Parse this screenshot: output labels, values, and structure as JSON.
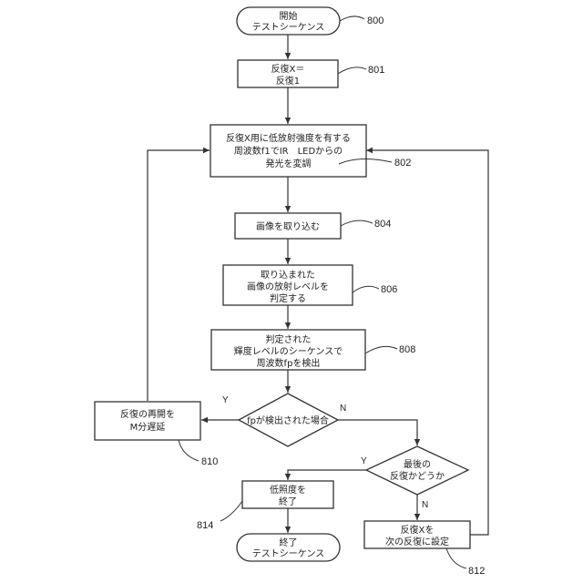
{
  "nodes": {
    "start": {
      "lines": [
        "開始",
        "テストシーケンス"
      ],
      "ref": "800"
    },
    "set_iter": {
      "lines": [
        "反復X＝",
        "反復1"
      ],
      "ref": "801"
    },
    "modulate": {
      "lines": [
        "反復X用に低放射強度を有する",
        "周波数f1でIR　LEDからの",
        "発光を変調"
      ],
      "ref": "802"
    },
    "capture": {
      "lines": [
        "画像を取り込む"
      ],
      "ref": "804"
    },
    "determine_level": {
      "lines": [
        "取り込まれた",
        "画像の放射レベルを",
        "判定する"
      ],
      "ref": "806"
    },
    "detect_freq": {
      "lines": [
        "判定された",
        "輝度レベルのシーケンスで",
        "周波数fpを検出"
      ],
      "ref": "808"
    },
    "fp_detected": {
      "lines": [
        "fpが検出された場合"
      ]
    },
    "delay": {
      "lines": [
        "反復の再開を",
        "M分遅延"
      ],
      "ref": "810"
    },
    "last_iter": {
      "lines": [
        "最後の",
        "反復かどうか"
      ]
    },
    "low_illum_end": {
      "lines": [
        "低照度を",
        "終了"
      ],
      "ref": "814"
    },
    "set_next": {
      "lines": [
        "反復Xを",
        "次の反復に設定"
      ],
      "ref": "812"
    },
    "end": {
      "lines": [
        "終了",
        "テストシーケンス"
      ]
    }
  },
  "branch_labels": {
    "fp_yes": "Y",
    "fp_no": "N",
    "last_yes": "Y",
    "last_no": "N"
  }
}
